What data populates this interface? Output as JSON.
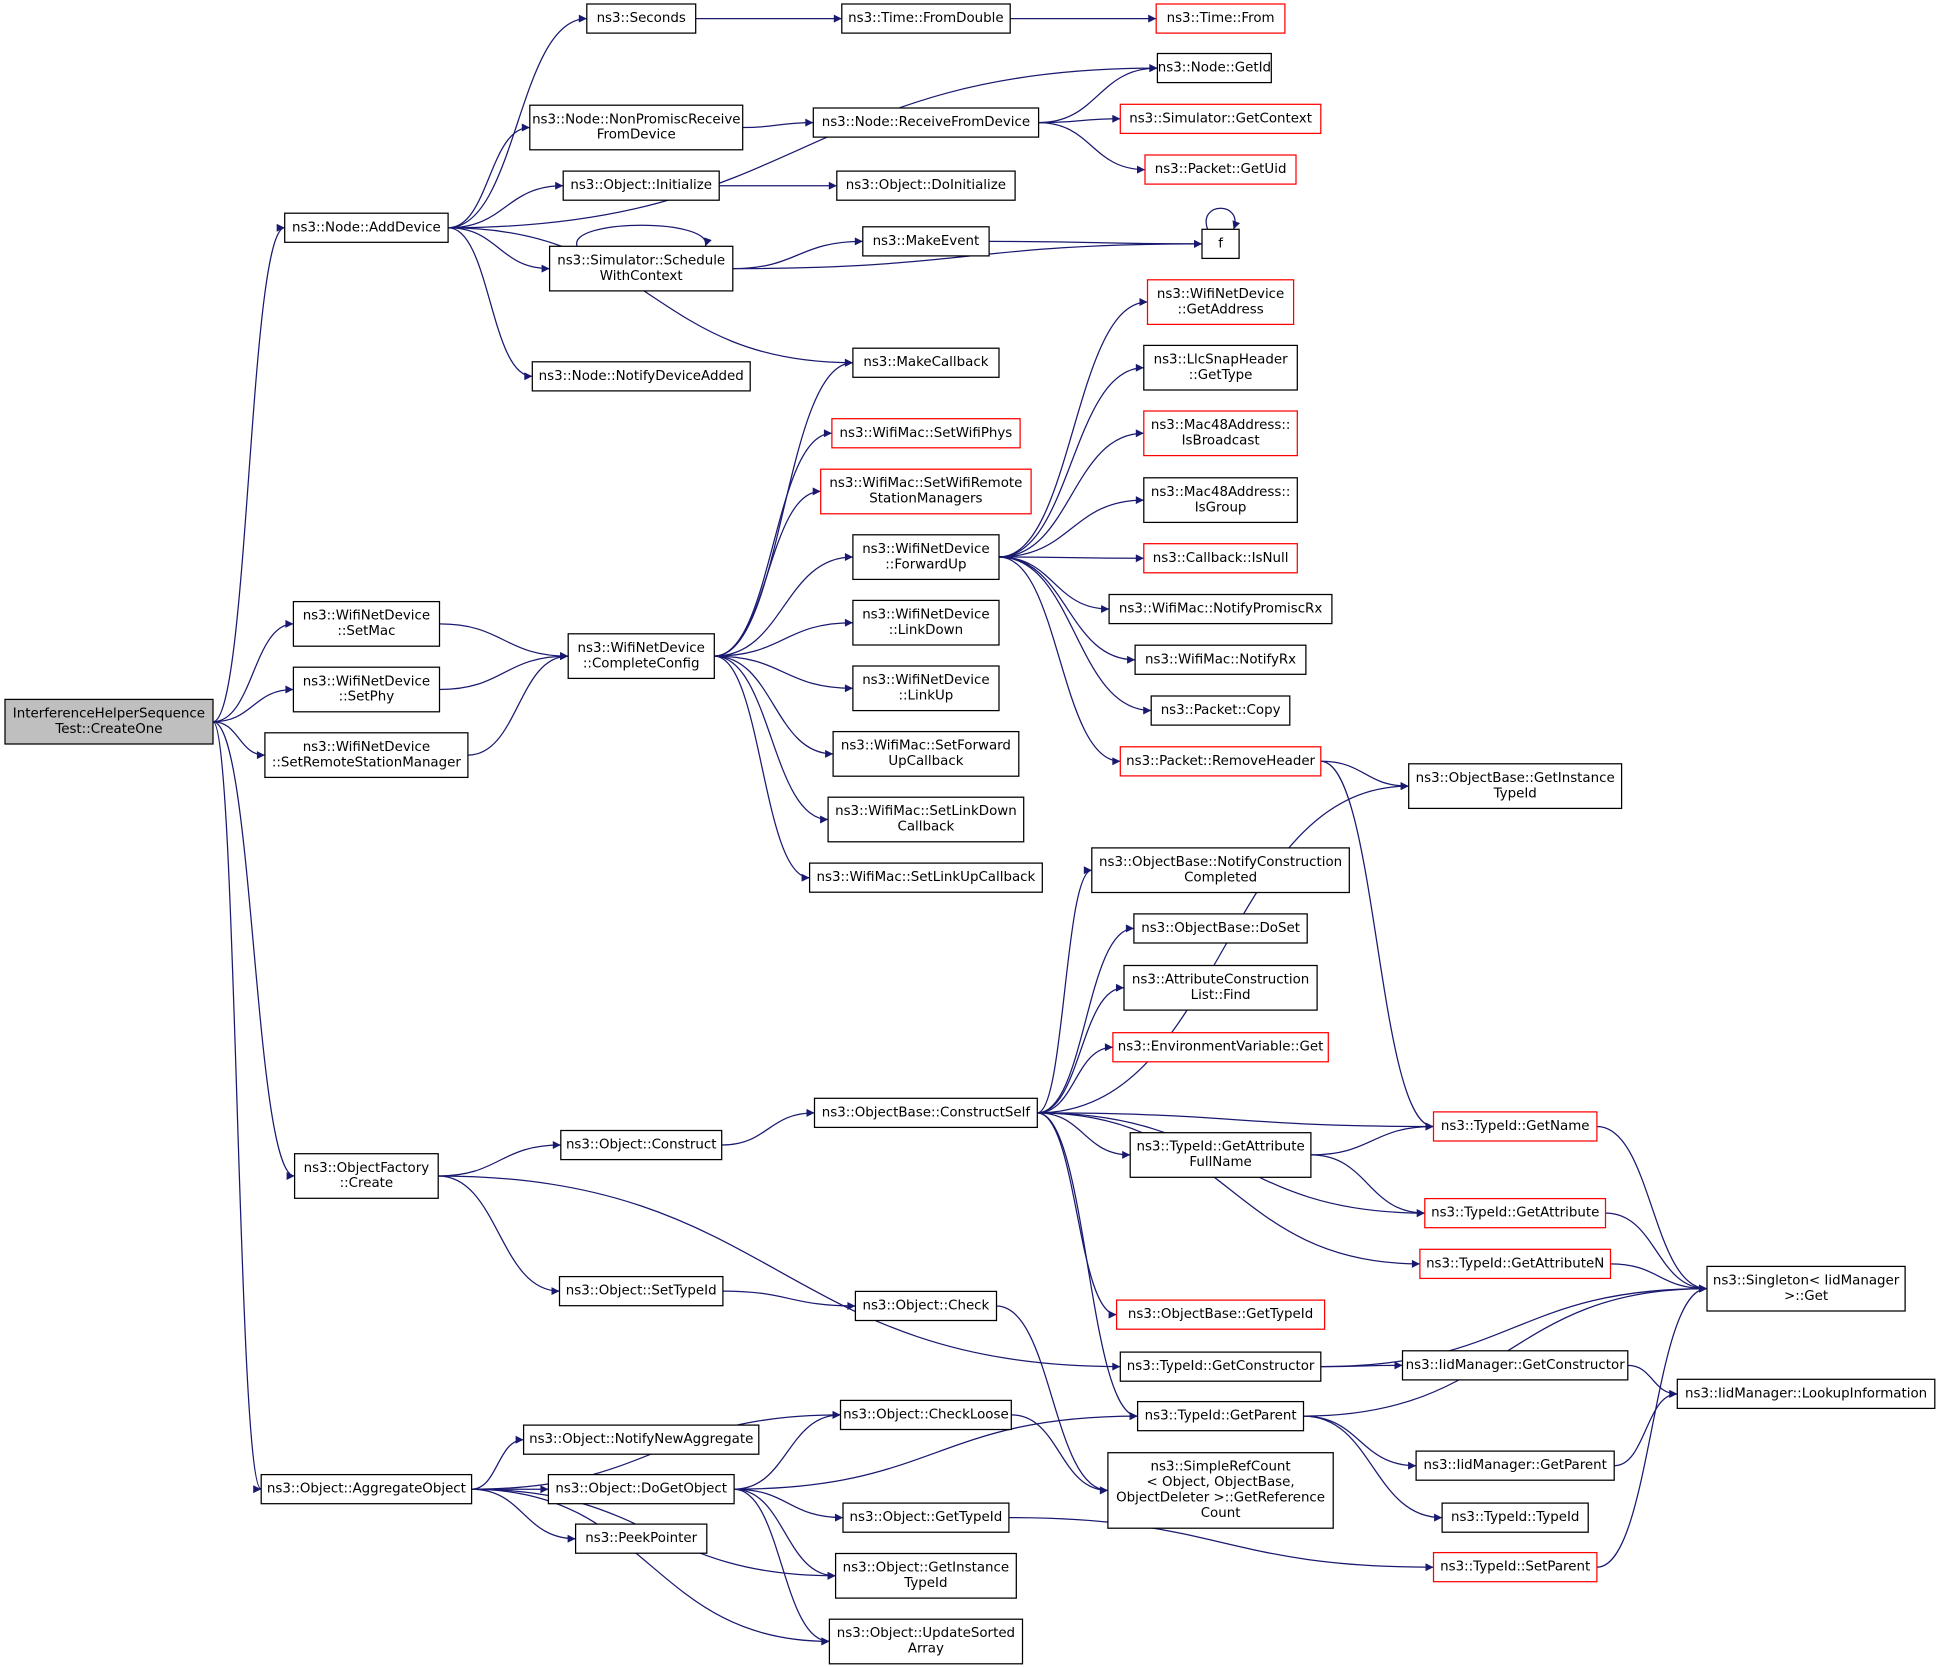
{
  "graph": {
    "title": "",
    "edge_color": "#191970",
    "root_fill": "#bfbfbf",
    "nodes": [
      {
        "id": "root",
        "lines": [
          "InterferenceHelperSequence",
          "Test::CreateOne"
        ],
        "style": "root"
      },
      {
        "id": "n_adddevice",
        "lines": [
          "ns3::Node::AddDevice"
        ]
      },
      {
        "id": "n_seconds",
        "lines": [
          "ns3::Seconds"
        ]
      },
      {
        "id": "n_fromdouble",
        "lines": [
          "ns3::Time::FromDouble"
        ]
      },
      {
        "id": "n_from",
        "lines": [
          "ns3::Time::From"
        ],
        "style": "red"
      },
      {
        "id": "n_getid",
        "lines": [
          "ns3::Node::GetId"
        ]
      },
      {
        "id": "n_nonprom",
        "lines": [
          "ns3::Node::NonPromiscReceive",
          "FromDevice"
        ]
      },
      {
        "id": "n_recvfromdev",
        "lines": [
          "ns3::Node::ReceiveFromDevice"
        ]
      },
      {
        "id": "n_getcontext",
        "lines": [
          "ns3::Simulator::GetContext"
        ],
        "style": "red"
      },
      {
        "id": "n_getuid",
        "lines": [
          "ns3::Packet::GetUid"
        ],
        "style": "red"
      },
      {
        "id": "n_initialize",
        "lines": [
          "ns3::Object::Initialize"
        ]
      },
      {
        "id": "n_doinitialize",
        "lines": [
          "ns3::Object::DoInitialize"
        ]
      },
      {
        "id": "n_schedwc",
        "lines": [
          "ns3::Simulator::Schedule",
          "WithContext"
        ]
      },
      {
        "id": "n_makeevent",
        "lines": [
          "ns3::MakeEvent"
        ]
      },
      {
        "id": "n_f",
        "lines": [
          "f"
        ]
      },
      {
        "id": "n_makecallback",
        "lines": [
          "ns3::MakeCallback"
        ]
      },
      {
        "id": "n_notifydevadded",
        "lines": [
          "ns3::Node::NotifyDeviceAdded"
        ]
      },
      {
        "id": "n_getaddress",
        "lines": [
          "ns3::WifiNetDevice",
          "::GetAddress"
        ],
        "style": "red"
      },
      {
        "id": "n_llcgettype",
        "lines": [
          "ns3::LlcSnapHeader",
          "::GetType"
        ]
      },
      {
        "id": "n_setwifiphys",
        "lines": [
          "ns3::WifiMac::SetWifiPhys"
        ],
        "style": "red"
      },
      {
        "id": "n_isbroadcast",
        "lines": [
          "ns3::Mac48Address::",
          "IsBroadcast"
        ],
        "style": "red"
      },
      {
        "id": "n_setwifirsm",
        "lines": [
          "ns3::WifiMac::SetWifiRemote",
          "StationManagers"
        ],
        "style": "red"
      },
      {
        "id": "n_isgroup",
        "lines": [
          "ns3::Mac48Address::",
          "IsGroup"
        ]
      },
      {
        "id": "n_forwardup",
        "lines": [
          "ns3::WifiNetDevice",
          "::ForwardUp"
        ]
      },
      {
        "id": "n_isnull",
        "lines": [
          "ns3::Callback::IsNull"
        ],
        "style": "red"
      },
      {
        "id": "n_notifypromrx",
        "lines": [
          "ns3::WifiMac::NotifyPromiscRx"
        ]
      },
      {
        "id": "n_setmac",
        "lines": [
          "ns3::WifiNetDevice",
          "::SetMac"
        ]
      },
      {
        "id": "n_linkdown",
        "lines": [
          "ns3::WifiNetDevice",
          "::LinkDown"
        ]
      },
      {
        "id": "n_completeconfig",
        "lines": [
          "ns3::WifiNetDevice",
          "::CompleteConfig"
        ]
      },
      {
        "id": "n_notifyrx",
        "lines": [
          "ns3::WifiMac::NotifyRx"
        ]
      },
      {
        "id": "n_setphy",
        "lines": [
          "ns3::WifiNetDevice",
          "::SetPhy"
        ]
      },
      {
        "id": "n_linkup",
        "lines": [
          "ns3::WifiNetDevice",
          "::LinkUp"
        ]
      },
      {
        "id": "n_packetcopy",
        "lines": [
          "ns3::Packet::Copy"
        ]
      },
      {
        "id": "n_setrsm",
        "lines": [
          "ns3::WifiNetDevice",
          "::SetRemoteStationManager"
        ]
      },
      {
        "id": "n_setfwdupcb",
        "lines": [
          "ns3::WifiMac::SetForward",
          "UpCallback"
        ]
      },
      {
        "id": "n_removeheader",
        "lines": [
          "ns3::Packet::RemoveHeader"
        ],
        "style": "red"
      },
      {
        "id": "n_getinsttypeid",
        "lines": [
          "ns3::ObjectBase::GetInstance",
          "TypeId"
        ]
      },
      {
        "id": "n_setlinkdowncb",
        "lines": [
          "ns3::WifiMac::SetLinkDown",
          "Callback"
        ]
      },
      {
        "id": "n_notifyconstruct",
        "lines": [
          "ns3::ObjectBase::NotifyConstruction",
          "Completed"
        ]
      },
      {
        "id": "n_setlinkupcb",
        "lines": [
          "ns3::WifiMac::SetLinkUpCallback"
        ]
      },
      {
        "id": "n_doset",
        "lines": [
          "ns3::ObjectBase::DoSet"
        ]
      },
      {
        "id": "n_attrfind",
        "lines": [
          "ns3::AttributeConstruction",
          "List::Find"
        ]
      },
      {
        "id": "n_envget",
        "lines": [
          "ns3::EnvironmentVariable::Get"
        ],
        "style": "red"
      },
      {
        "id": "n_constructself",
        "lines": [
          "ns3::ObjectBase::ConstructSelf"
        ]
      },
      {
        "id": "n_objfactcreate",
        "lines": [
          "ns3::ObjectFactory",
          "::Create"
        ]
      },
      {
        "id": "n_objconstruct",
        "lines": [
          "ns3::Object::Construct"
        ]
      },
      {
        "id": "n_getname",
        "lines": [
          "ns3::TypeId::GetName"
        ],
        "style": "red"
      },
      {
        "id": "n_getattrfullname",
        "lines": [
          "ns3::TypeId::GetAttribute",
          "FullName"
        ]
      },
      {
        "id": "n_getattribute",
        "lines": [
          "ns3::TypeId::GetAttribute"
        ],
        "style": "red"
      },
      {
        "id": "n_getattributen",
        "lines": [
          "ns3::TypeId::GetAttributeN"
        ],
        "style": "red"
      },
      {
        "id": "n_singletonget",
        "lines": [
          "ns3::Singleton< IidManager",
          " >::Get"
        ]
      },
      {
        "id": "n_settypeid",
        "lines": [
          "ns3::Object::SetTypeId"
        ]
      },
      {
        "id": "n_objcheck",
        "lines": [
          "ns3::Object::Check"
        ]
      },
      {
        "id": "n_objbasegettypeid",
        "lines": [
          "ns3::ObjectBase::GetTypeId"
        ],
        "style": "red"
      },
      {
        "id": "n_getconstructor",
        "lines": [
          "ns3::TypeId::GetConstructor"
        ]
      },
      {
        "id": "n_iidgetconstructor",
        "lines": [
          "ns3::IidManager::GetConstructor"
        ]
      },
      {
        "id": "n_lookupinfo",
        "lines": [
          "ns3::IidManager::LookupInformation"
        ]
      },
      {
        "id": "n_checkloose",
        "lines": [
          "ns3::Object::CheckLoose"
        ]
      },
      {
        "id": "n_typeidgetparent",
        "lines": [
          "ns3::TypeId::GetParent"
        ]
      },
      {
        "id": "n_notifynewagg",
        "lines": [
          "ns3::Object::NotifyNewAggregate"
        ]
      },
      {
        "id": "n_simplerefcount",
        "lines": [
          "ns3::SimpleRefCount",
          "< Object, ObjectBase,",
          " ObjectDeleter >::GetReference",
          "Count"
        ]
      },
      {
        "id": "n_iidgetparent",
        "lines": [
          "ns3::IidManager::GetParent"
        ]
      },
      {
        "id": "n_aggregateobject",
        "lines": [
          "ns3::Object::AggregateObject"
        ]
      },
      {
        "id": "n_dogetobject",
        "lines": [
          "ns3::Object::DoGetObject"
        ]
      },
      {
        "id": "n_typeidtypeid",
        "lines": [
          "ns3::TypeId::TypeId"
        ]
      },
      {
        "id": "n_objgettypeid",
        "lines": [
          "ns3::Object::GetTypeId"
        ]
      },
      {
        "id": "n_peekpointer",
        "lines": [
          "ns3::PeekPointer"
        ]
      },
      {
        "id": "n_objgetinsttypeid",
        "lines": [
          "ns3::Object::GetInstance",
          "TypeId"
        ]
      },
      {
        "id": "n_settparent",
        "lines": [
          "ns3::TypeId::SetParent"
        ],
        "style": "red"
      },
      {
        "id": "n_updatesorted",
        "lines": [
          "ns3::Object::UpdateSorted",
          "Array"
        ]
      }
    ],
    "edges": [
      [
        "root",
        "n_adddevice"
      ],
      [
        "root",
        "n_setmac"
      ],
      [
        "root",
        "n_setphy"
      ],
      [
        "root",
        "n_setrsm"
      ],
      [
        "root",
        "n_objfactcreate"
      ],
      [
        "root",
        "n_aggregateobject"
      ],
      [
        "n_adddevice",
        "n_seconds"
      ],
      [
        "n_adddevice",
        "n_getid"
      ],
      [
        "n_adddevice",
        "n_nonprom"
      ],
      [
        "n_adddevice",
        "n_initialize"
      ],
      [
        "n_adddevice",
        "n_schedwc"
      ],
      [
        "n_adddevice",
        "n_makecallback"
      ],
      [
        "n_adddevice",
        "n_notifydevadded"
      ],
      [
        "n_seconds",
        "n_fromdouble"
      ],
      [
        "n_fromdouble",
        "n_from"
      ],
      [
        "n_nonprom",
        "n_recvfromdev"
      ],
      [
        "n_recvfromdev",
        "n_getid"
      ],
      [
        "n_recvfromdev",
        "n_getcontext"
      ],
      [
        "n_recvfromdev",
        "n_getuid"
      ],
      [
        "n_initialize",
        "n_doinitialize"
      ],
      [
        "n_schedwc",
        "n_schedwc"
      ],
      [
        "n_schedwc",
        "n_makeevent"
      ],
      [
        "n_schedwc",
        "n_f"
      ],
      [
        "n_makeevent",
        "n_f"
      ],
      [
        "n_f",
        "n_f"
      ],
      [
        "n_setmac",
        "n_completeconfig"
      ],
      [
        "n_setphy",
        "n_completeconfig"
      ],
      [
        "n_setrsm",
        "n_completeconfig"
      ],
      [
        "n_completeconfig",
        "n_makecallback"
      ],
      [
        "n_completeconfig",
        "n_setwifiphys"
      ],
      [
        "n_completeconfig",
        "n_setwifirsm"
      ],
      [
        "n_completeconfig",
        "n_forwardup"
      ],
      [
        "n_completeconfig",
        "n_linkdown"
      ],
      [
        "n_completeconfig",
        "n_linkup"
      ],
      [
        "n_completeconfig",
        "n_setfwdupcb"
      ],
      [
        "n_completeconfig",
        "n_setlinkdowncb"
      ],
      [
        "n_completeconfig",
        "n_setlinkupcb"
      ],
      [
        "n_forwardup",
        "n_getaddress"
      ],
      [
        "n_forwardup",
        "n_llcgettype"
      ],
      [
        "n_forwardup",
        "n_isbroadcast"
      ],
      [
        "n_forwardup",
        "n_isgroup"
      ],
      [
        "n_forwardup",
        "n_isnull"
      ],
      [
        "n_forwardup",
        "n_notifypromrx"
      ],
      [
        "n_forwardup",
        "n_notifyrx"
      ],
      [
        "n_forwardup",
        "n_packetcopy"
      ],
      [
        "n_forwardup",
        "n_removeheader"
      ],
      [
        "n_removeheader",
        "n_getinsttypeid"
      ],
      [
        "n_removeheader",
        "n_getname"
      ],
      [
        "n_objfactcreate",
        "n_objconstruct"
      ],
      [
        "n_objfactcreate",
        "n_settypeid"
      ],
      [
        "n_objfactcreate",
        "n_getconstructor"
      ],
      [
        "n_objconstruct",
        "n_constructself"
      ],
      [
        "n_constructself",
        "n_getinsttypeid"
      ],
      [
        "n_constructself",
        "n_notifyconstruct"
      ],
      [
        "n_constructself",
        "n_doset"
      ],
      [
        "n_constructself",
        "n_attrfind"
      ],
      [
        "n_constructself",
        "n_envget"
      ],
      [
        "n_constructself",
        "n_getname"
      ],
      [
        "n_constructself",
        "n_getattrfullname"
      ],
      [
        "n_constructself",
        "n_getattribute"
      ],
      [
        "n_constructself",
        "n_getattributen"
      ],
      [
        "n_constructself",
        "n_objbasegettypeid"
      ],
      [
        "n_constructself",
        "n_typeidgetparent"
      ],
      [
        "n_getattrfullname",
        "n_getname"
      ],
      [
        "n_getattrfullname",
        "n_getattribute"
      ],
      [
        "n_getname",
        "n_singletonget"
      ],
      [
        "n_getattribute",
        "n_singletonget"
      ],
      [
        "n_getattributen",
        "n_singletonget"
      ],
      [
        "n_settypeid",
        "n_objcheck"
      ],
      [
        "n_objcheck",
        "n_simplerefcount"
      ],
      [
        "n_getconstructor",
        "n_singletonget"
      ],
      [
        "n_getconstructor",
        "n_iidgetconstructor"
      ],
      [
        "n_iidgetconstructor",
        "n_lookupinfo"
      ],
      [
        "n_typeidgetparent",
        "n_singletonget"
      ],
      [
        "n_typeidgetparent",
        "n_iidgetparent"
      ],
      [
        "n_typeidgetparent",
        "n_typeidtypeid"
      ],
      [
        "n_iidgetparent",
        "n_lookupinfo"
      ],
      [
        "n_aggregateobject",
        "n_checkloose"
      ],
      [
        "n_aggregateobject",
        "n_notifynewagg"
      ],
      [
        "n_aggregateobject",
        "n_dogetobject"
      ],
      [
        "n_aggregateobject",
        "n_peekpointer"
      ],
      [
        "n_aggregateobject",
        "n_objgetinsttypeid"
      ],
      [
        "n_aggregateobject",
        "n_updatesorted"
      ],
      [
        "n_checkloose",
        "n_simplerefcount"
      ],
      [
        "n_dogetobject",
        "n_checkloose"
      ],
      [
        "n_dogetobject",
        "n_typeidgetparent"
      ],
      [
        "n_dogetobject",
        "n_objgettypeid"
      ],
      [
        "n_dogetobject",
        "n_objgetinsttypeid"
      ],
      [
        "n_dogetobject",
        "n_updatesorted"
      ],
      [
        "n_objgettypeid",
        "n_settparent"
      ],
      [
        "n_settparent",
        "n_singletonget"
      ]
    ]
  }
}
